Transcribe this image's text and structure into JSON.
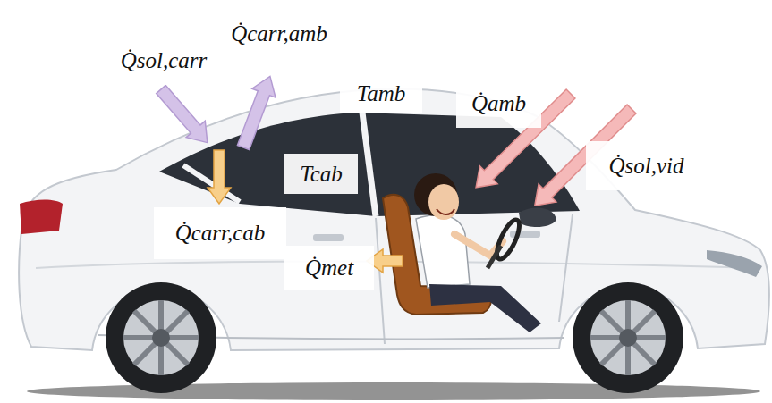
{
  "diagram": {
    "labels": [
      "Q̇sol,carr",
      "Q̇carr,amb",
      "Tamb",
      "Q̇amb",
      "Q̇sol,vid",
      "Tcab",
      "Q̇carr,cab",
      "Q̇met"
    ]
  }
}
